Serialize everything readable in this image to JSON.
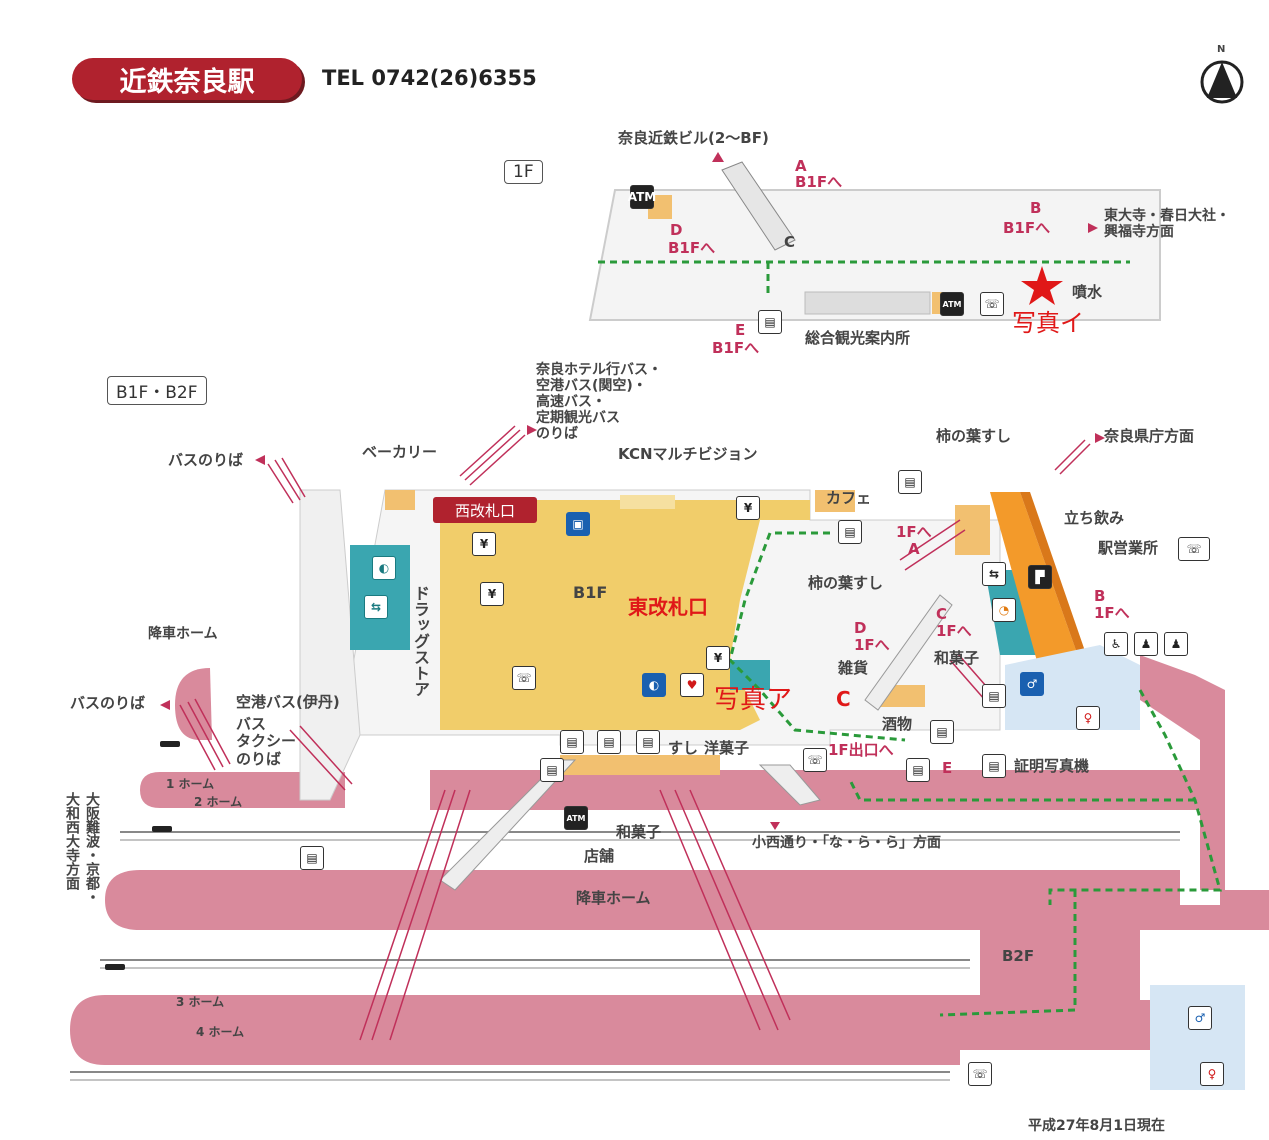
{
  "header": {
    "station_name": "近鉄奈良駅",
    "tel": "TEL 0742(26)6355",
    "compass_label": "N"
  },
  "floors": {
    "f1": "1F",
    "b1b2": "B1F・B2F",
    "b1": "B1F",
    "b2": "B2F"
  },
  "f1_labels": {
    "building": "奈良近鉄ビル(2〜BF)",
    "exit_a": "A",
    "exit_a_sub": "B1Fへ",
    "exit_c": "C",
    "exit_d": "D",
    "exit_d_sub": "B1Fへ",
    "exit_b": "B",
    "exit_b_sub": "B1Fへ",
    "exit_e": "E",
    "exit_e_sub": "B1Fへ",
    "todaiji": "東大寺・春日大社・\n興福寺方面",
    "fountain": "噴水",
    "tourist_info": "総合観光案内所",
    "photo_i": "写真イ"
  },
  "b1_labels": {
    "bus_hotel": "奈良ホテル行バス・\n空港バス(関空)・\n高速バス・\n定期観光バス\nのりば",
    "bus_stop_left": "バスのりば",
    "bakery": "ベーカリー",
    "kcn": "KCNマルチビジョン",
    "west_gate": "西改札口",
    "east_gate": "東改札口",
    "kakinoha_top": "柿の葉すし",
    "kakinoha_mid": "柿の葉すし",
    "nara_pref": "奈良県庁方面",
    "cafe": "カフェ",
    "tachinomi": "立ち飲み",
    "station_office": "駅営業所",
    "exit_1f_a": "1Fへ\nA",
    "exit_1f_b": "B\n1Fへ",
    "exit_c": "C\n1Fへ",
    "exit_d": "D\n1Fへ",
    "wagashi_right": "和菓子",
    "zakka": "雑貨",
    "sake": "酒物",
    "photo_booth": "証明写真機",
    "exit_1f": "1F出口へ",
    "exit_e": "E",
    "drugstore": "ドラッグストア",
    "photo_a": "写真ア",
    "photo_a_c": "C",
    "sushi": "すし",
    "yogashi": "洋菓子",
    "wagashi_bottom": "和菓子",
    "shops": "店舗",
    "konishi": "小西通り・「な・ら・ら」方面",
    "airport_bus_itami": "空港バス(伊丹)",
    "bus_taxi": "バス\nタクシー\nのりば",
    "bus_stop_left2": "バスのりば",
    "alighting_left": "降車ホーム",
    "platform_1": "1 ホーム",
    "platform_2": "2 ホーム",
    "osaka": "大阪難波・京都・\n大和西大寺方面",
    "alighting_center": "降車ホーム",
    "platform_3": "3 ホーム",
    "platform_4": "4 ホーム"
  },
  "footer": {
    "date_note": "平成27年8月1日現在"
  },
  "colors": {
    "brand_red": "#b0222e",
    "platform_pink": "#d98a9c",
    "concourse_yellow": "#f1cd6a",
    "shop_orange": "#f39a2a",
    "route_green": "#2a9a3a",
    "teal": "#3aa6b0"
  }
}
